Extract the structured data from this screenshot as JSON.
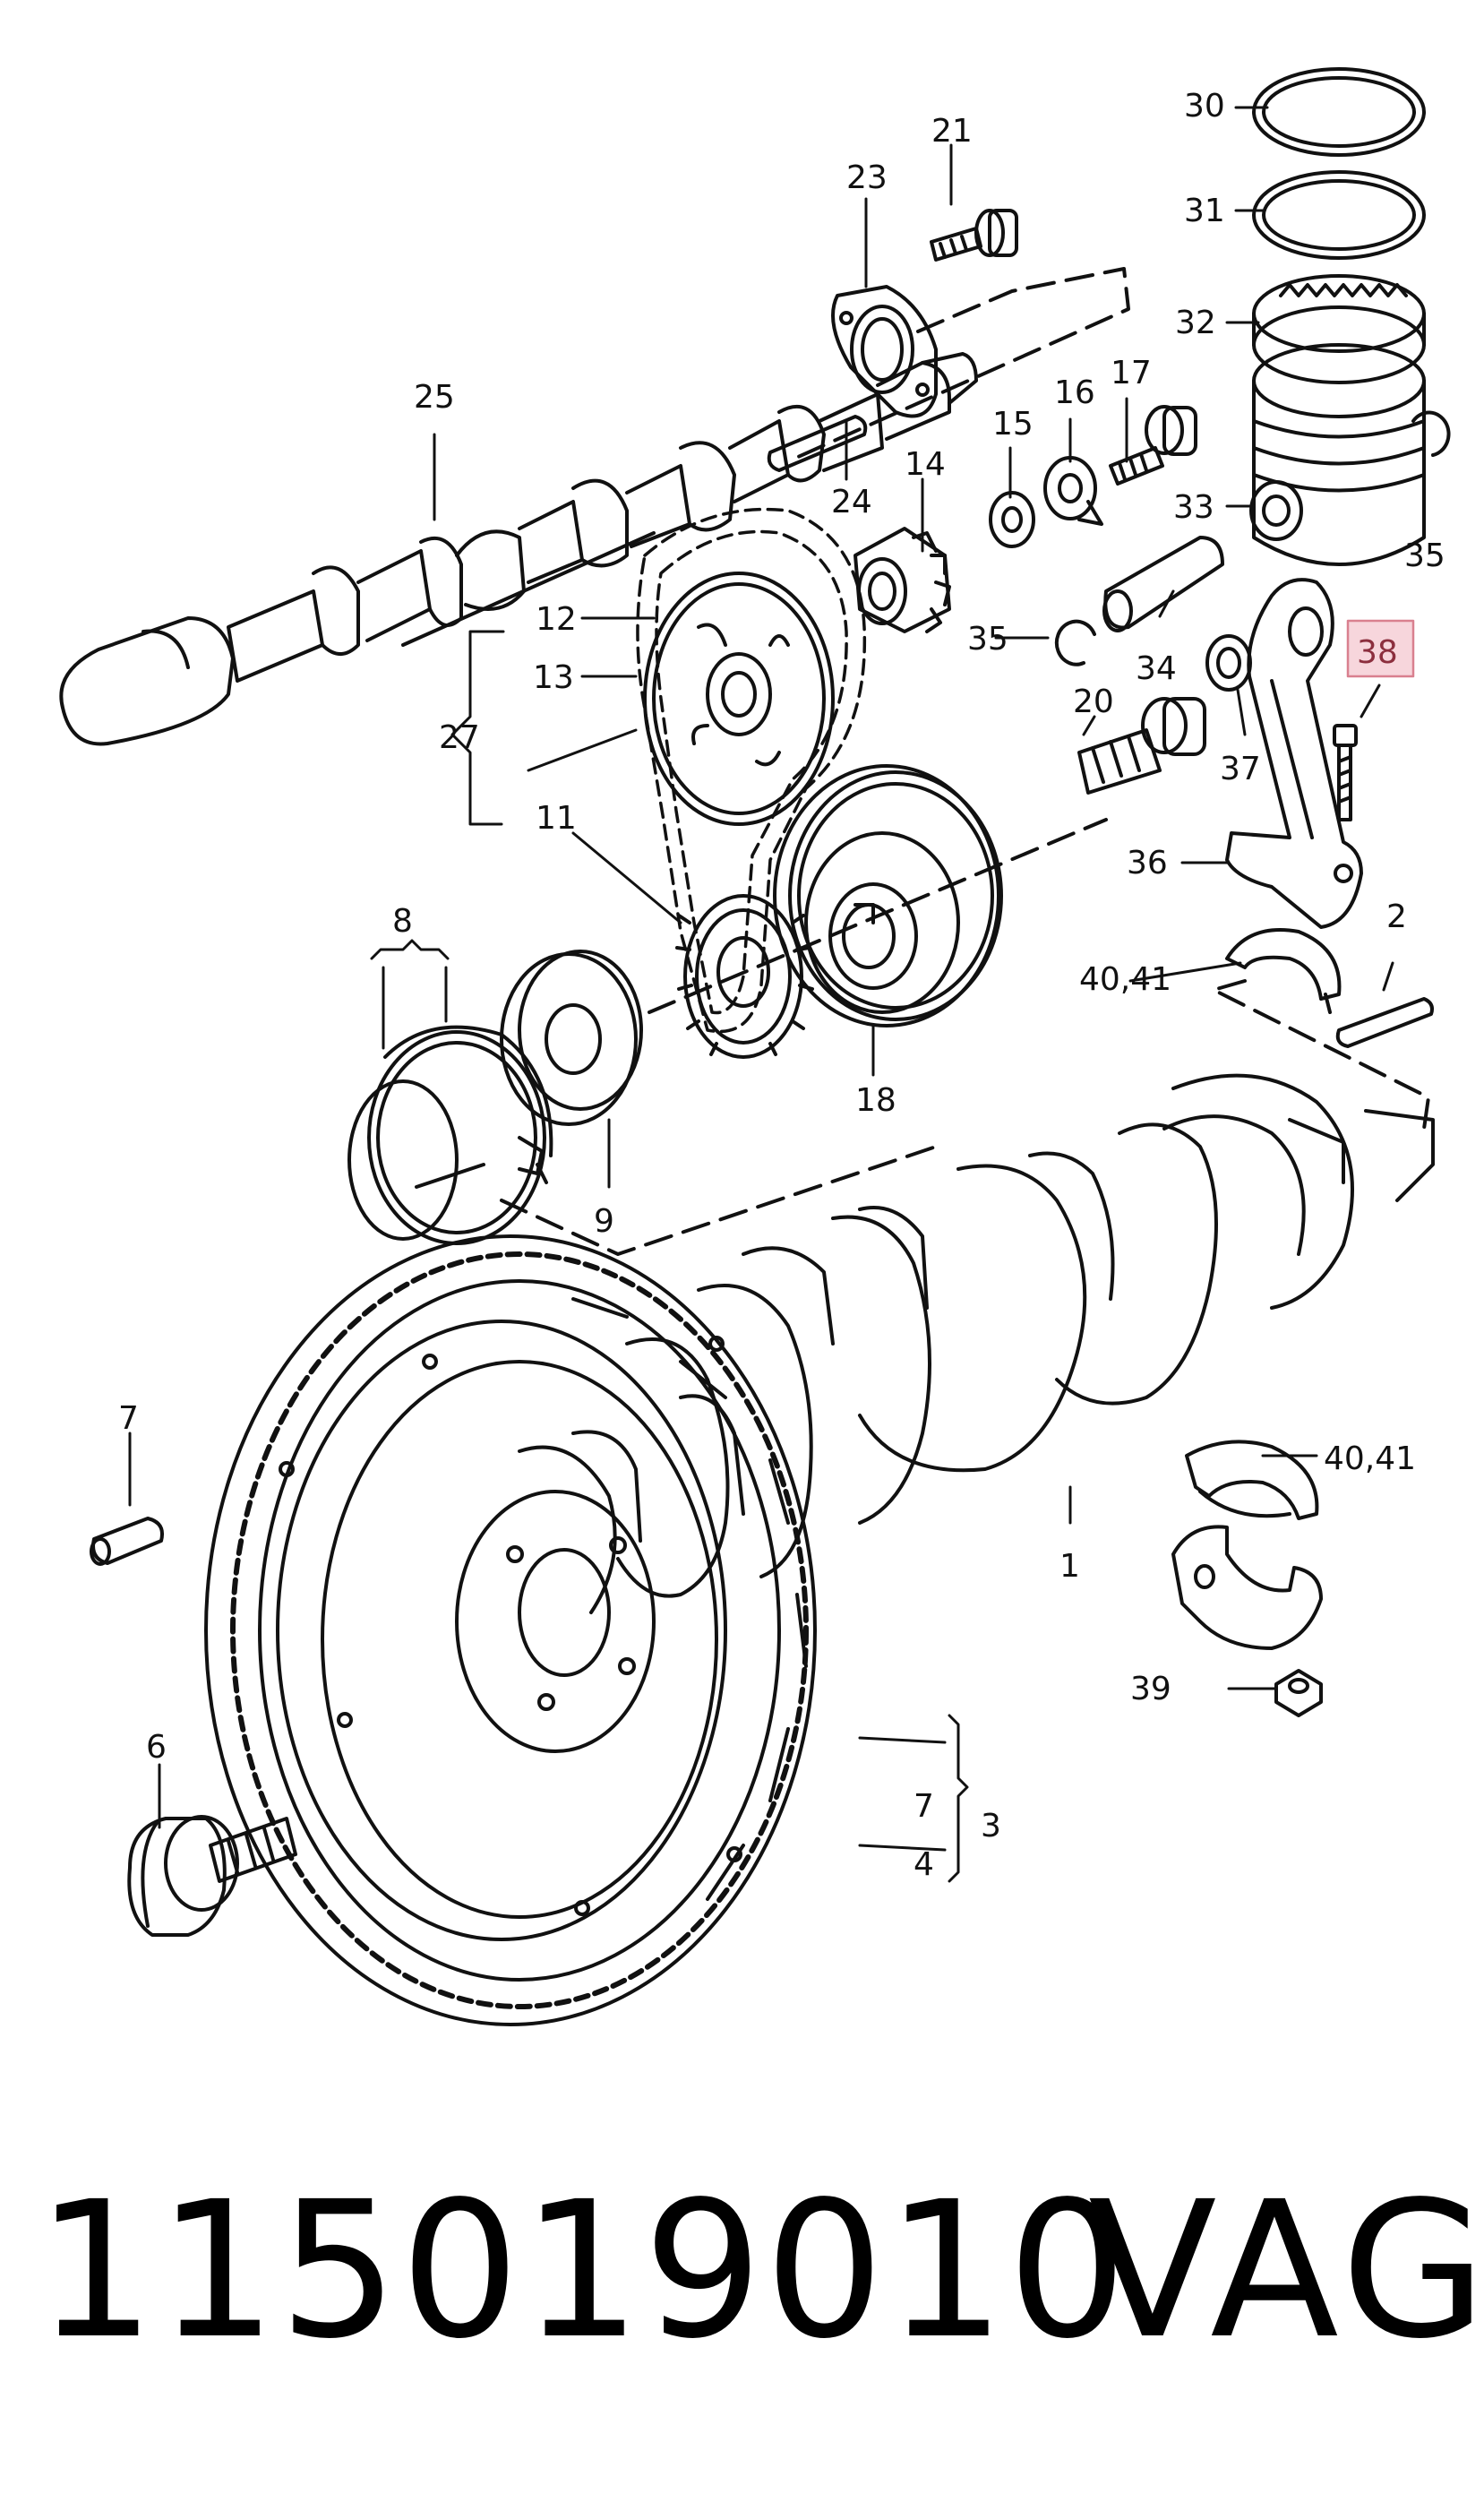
{
  "callouts": {
    "c30": "30",
    "c31": "31",
    "c32": "32",
    "c33": "33",
    "c35a": "35",
    "c35b": "35",
    "c21": "21",
    "c23": "23",
    "c25": "25",
    "c24": "24",
    "c14": "14",
    "c15": "15",
    "c16": "16",
    "c17": "17",
    "c12": "12",
    "c13": "13",
    "c27": "27",
    "c11": "11",
    "c34": "34",
    "c38": "38",
    "c20": "20",
    "c37": "37",
    "c36": "36",
    "c2": "2",
    "c4041a": "40,41",
    "c8": "8",
    "c9": "9",
    "c18": "18",
    "c1": "1",
    "c4041b": "40,41",
    "c39": "39",
    "c7a": "7",
    "c6": "6",
    "c7b": "7",
    "c4": "4",
    "c3": "3"
  },
  "highlighted_callout": "38",
  "highlight_color": "#f7d6dc",
  "highlight_border": "#d9808f",
  "footer": {
    "part_number": "115019010",
    "brand": "VAG"
  }
}
